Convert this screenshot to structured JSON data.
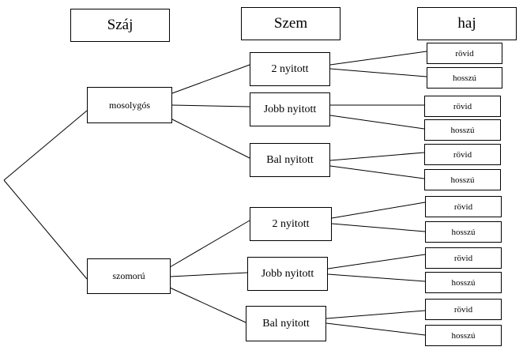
{
  "headers": {
    "mouth": "Száj",
    "eyes": "Szem",
    "hair": "haj"
  },
  "mouth": [
    "mosolygós",
    "szomorú"
  ],
  "eyes": [
    "2 nyitott",
    "Jobb nyitott",
    "Bal nyitott"
  ],
  "hair": [
    "rövid",
    "hosszú"
  ]
}
